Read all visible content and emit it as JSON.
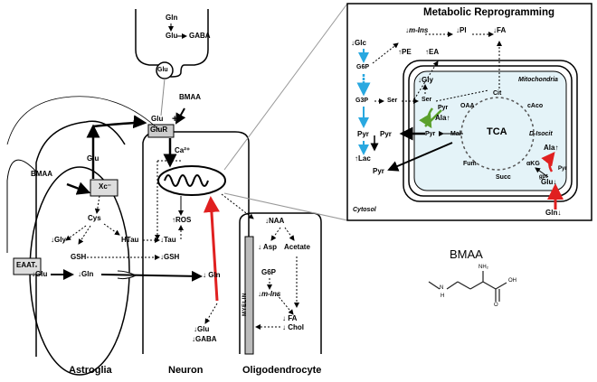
{
  "captions": {
    "astroglia": "Astroglia",
    "neuron": "Neuron",
    "oligodendrocyte": "Oligodendrocyte"
  },
  "synapse": {
    "gln": "Gln",
    "glu": "Glu",
    "gaba": "GABA",
    "glu_vesicle": "Glu",
    "bmaa": "BMAA",
    "plus": "+",
    "glu_cleft": "Glu",
    "glur": "GluR",
    "ca": "Ca²⁺"
  },
  "astroglia": {
    "bmaa": "BMAA",
    "xc": "Xc⁻",
    "glu": "Glu",
    "cys": "Cys",
    "htau": "HTau",
    "gly": "↓Gly",
    "gsh": "GSH",
    "eaat": "EAAT",
    "glu2": "↓Glu",
    "gln": "↓Gln"
  },
  "neuron": {
    "tau": "↓Tau",
    "ros": "↑ROS",
    "gsh": "↓GSH",
    "gln": "↓ Gln",
    "glu": "↓Glu",
    "gaba": "↓GABA"
  },
  "oligo": {
    "naa": "↓NAA",
    "asp": "↓ Asp",
    "acetate": "Acetate",
    "g6p": "G6P",
    "mins": "↓m-Ins",
    "fa": "↓ FA",
    "chol": "↓ Chol",
    "myelin": "MYELIN"
  },
  "inset": {
    "title": "Metabolic Reprogramming",
    "glc": "Glc",
    "g6p": "G6P",
    "g3p": "G3P",
    "ser": "Ser",
    "pyr": "Pyr",
    "lac": "Lac",
    "pyr2": "Pyr",
    "mins": "m-Ins",
    "pi": "PI",
    "fa": "FA",
    "pe": "PE",
    "ea": "EA",
    "gly": "Gly",
    "ser_mito": "Ser",
    "ala": "Ala",
    "pyr_m": "Pyr",
    "mal": "Mal",
    "oaa": "OAA",
    "cit": "Cit",
    "caco": "cAco",
    "disocit": "D-Isocit",
    "akg": "αKG",
    "succ": "Succ",
    "fum": "Fum",
    "tca": "TCA",
    "ala2": "Ala",
    "pyr3": "Pyr",
    "gpt": "gpt",
    "glu": "Glu",
    "gln": "Gln",
    "mito_label": "Mitochondria",
    "cytosol": "Cytosol"
  },
  "bmaa_structure": {
    "title": "BMAA",
    "nh2": "NH₂",
    "oh": "OH",
    "o": "O",
    "h": "H",
    "n": "N"
  }
}
